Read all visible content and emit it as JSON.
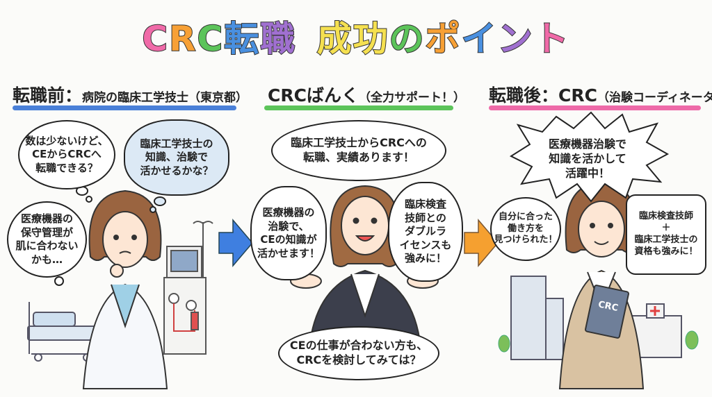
{
  "title": {
    "chars": [
      {
        "t": "C",
        "color": "#f06aa8"
      },
      {
        "t": "R",
        "color": "#f7a035"
      },
      {
        "t": "C",
        "color": "#5cc45a"
      },
      {
        "t": "転",
        "color": "#4a90e0"
      },
      {
        "t": "職",
        "color": "#a070d0"
      },
      {
        "t": " ",
        "color": "#000000"
      },
      {
        "t": "成",
        "color": "#f5e050"
      },
      {
        "t": "功",
        "color": "#f5e050"
      },
      {
        "t": "の",
        "color": "#5cc45a"
      },
      {
        "t": "ポ",
        "color": "#f7a035"
      },
      {
        "t": "イ",
        "color": "#4a90e0"
      },
      {
        "t": "ン",
        "color": "#a070d0"
      },
      {
        "t": "ト",
        "color": "#f06aa8"
      }
    ]
  },
  "before": {
    "heading": "転職前：",
    "heading_sub": "病院の臨床工学技士（東京都）",
    "underline_color": "#4a80d8",
    "bubbles": [
      "数は少ないけど、\nCEからCRCへ\n転職できる？",
      "臨床工学技士の\n知識、治験で\n活かせるかな？",
      "医療機器の\n保守管理が\n肌に合わない\nかも…"
    ]
  },
  "support": {
    "heading": "CRCばんく",
    "heading_sub": "（全力サポート！）",
    "underline_color": "#5cc45a",
    "bubbles": [
      "臨床工学技士からCRCへの\n転職、実績あります！",
      "医療機器の\n治験で、\nCEの知識が\n活かせます！",
      "臨床検査\n技師との\nダブルラ\nイセンスも\n強みに！",
      "CEの仕事が合わない方も、\nCRCを検討してみては？"
    ]
  },
  "after": {
    "heading": "転職後：CRC",
    "heading_sub": "（治験コーディネーター）",
    "underline_color": "#ee6aa8",
    "bubbles": [
      "医療機器治験で\n知識を活かして\n活躍中！",
      "自分に合った\n働き方を\n見つけられた！",
      "臨床検査技師\n＋\n臨床工学技士の\n資格も強みに！"
    ],
    "binder_label": "CRC"
  },
  "arrows": {
    "first_color": "#3f7fe0",
    "second_color": "#f5a030"
  }
}
